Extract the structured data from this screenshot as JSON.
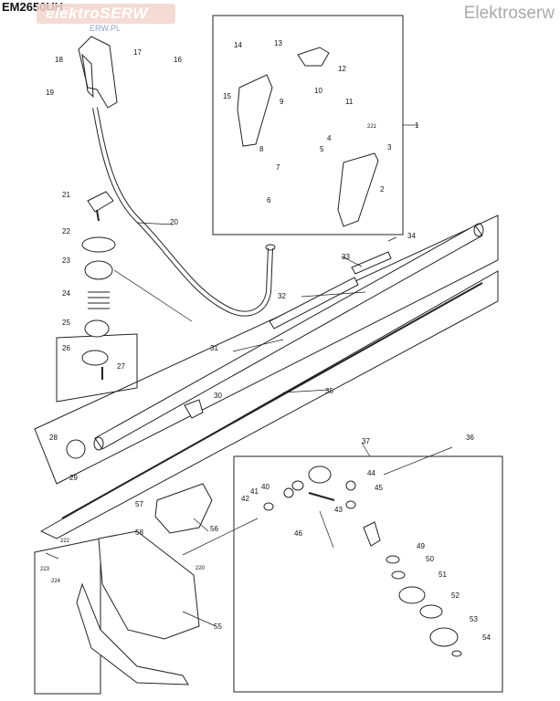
{
  "model_code": "EM2650UH",
  "logo_text": "elektroSERW",
  "logo_subtext": "ERW.PL",
  "watermark": "Elektroserw",
  "callouts": [
    "1",
    "2",
    "3",
    "4",
    "5",
    "6",
    "7",
    "8",
    "9",
    "10",
    "11",
    "12",
    "13",
    "14",
    "15",
    "16",
    "17",
    "18",
    "19",
    "20",
    "21",
    "22",
    "23",
    "24",
    "25",
    "26",
    "27",
    "28",
    "29",
    "30",
    "31",
    "32",
    "33",
    "34",
    "35",
    "36",
    "37",
    "40",
    "41",
    "42",
    "43",
    "44",
    "45",
    "46",
    "49",
    "50",
    "51",
    "52",
    "53",
    "54",
    "55",
    "56",
    "57",
    "58",
    "220",
    "221",
    "222",
    "223",
    "224"
  ]
}
